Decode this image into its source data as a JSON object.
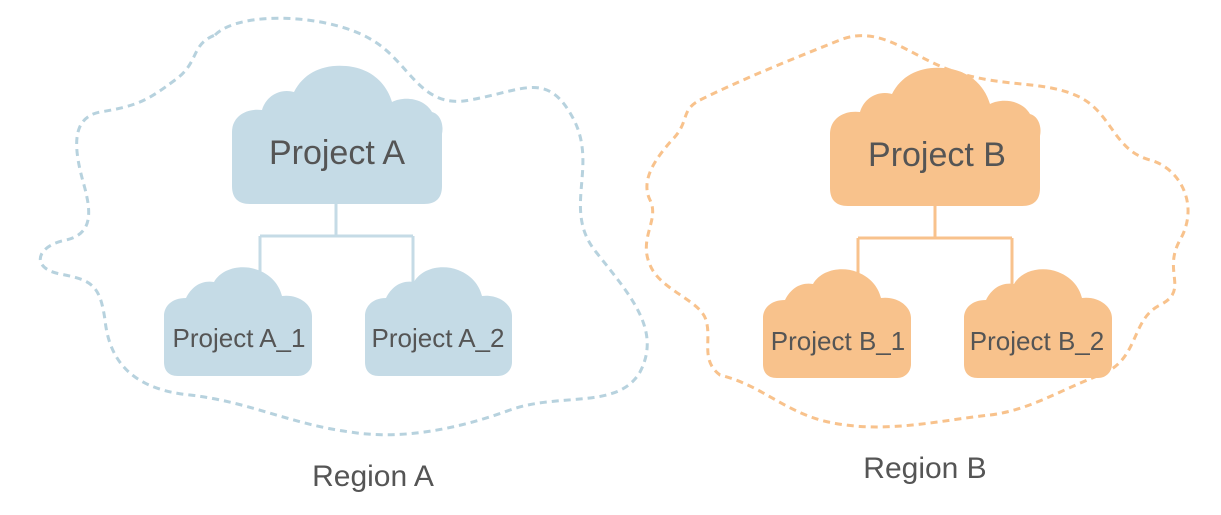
{
  "colors": {
    "region_a": "#c5dbe6",
    "region_a_border": "#b7d2de",
    "region_b": "#f8c28c",
    "region_b_border": "#f8c28c",
    "text": "#555555",
    "background": "#ffffff"
  },
  "regions": [
    {
      "label": "Region A",
      "parent": "Project A",
      "children": [
        "Project A_1",
        "Project A_2"
      ]
    },
    {
      "label": "Region B",
      "parent": "Project B",
      "children": [
        "Project B_1",
        "Project B_2"
      ]
    }
  ]
}
